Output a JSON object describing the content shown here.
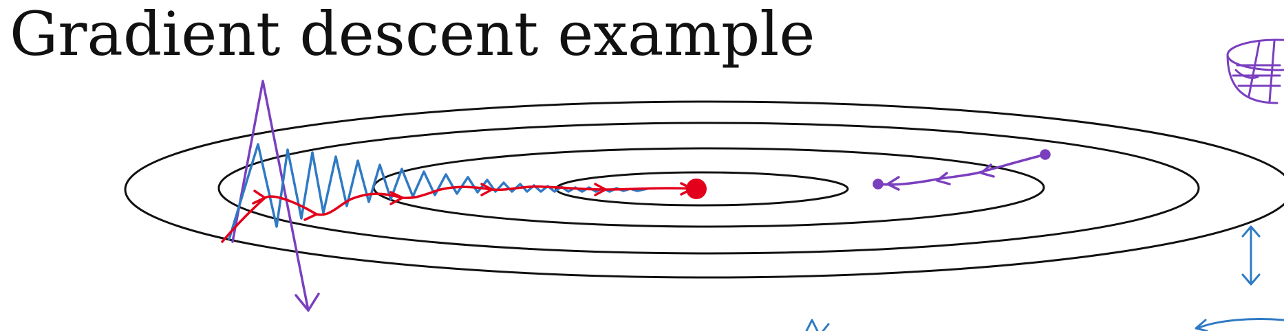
{
  "slide": {
    "title": "Gradient descent example"
  },
  "colors": {
    "contour": "#111111",
    "minimum": "#e3001b",
    "red_path": "#e3001b",
    "blue_path": "#2f7ac4",
    "purple_path": "#7a3fbf"
  },
  "elements": {
    "contours": "cost-contour-ellipses",
    "minimum": "minimum-point",
    "oscillation": "blue-oscillating-path",
    "smoothed": "red-momentum-path",
    "large_lr": "purple-divergent-arrow",
    "right_side_path": "purple-path-right",
    "doodles": "right-margin-sketches"
  }
}
